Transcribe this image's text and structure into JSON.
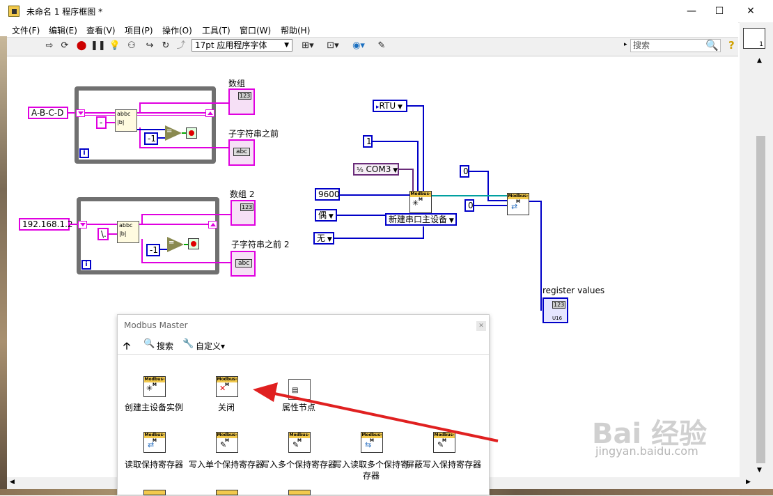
{
  "window": {
    "title": "未命名 1 程序框图 *",
    "min": "—",
    "max": "☐",
    "close": "✕"
  },
  "menu": [
    "文件(F)",
    "编辑(E)",
    "查看(V)",
    "项目(P)",
    "操作(O)",
    "工具(T)",
    "窗口(W)",
    "帮助(H)"
  ],
  "toolbar": {
    "font": "17pt 应用程序字体",
    "search_placeholder": "搜索",
    "right_icon_num": "1"
  },
  "diagram": {
    "loop1": {
      "input": "A-B-C-D",
      "delim": "-",
      "const": "-1",
      "iter": "i",
      "ind_array": "数组",
      "ind_substr": "子字符串之前",
      "ind_num": "123",
      "ind_abc": "abc"
    },
    "loop2": {
      "input": "192.168.1.2",
      "delim": "\\.",
      "const": "-1",
      "iter": "i",
      "ind_array": "数组 2",
      "ind_substr": "子字符串之前 2",
      "ind_num": "123",
      "ind_abc": "abc"
    },
    "serial": {
      "mode": "RTU",
      "slave": "1",
      "port": "COM3",
      "baud": "9600",
      "parity": "偶",
      "flow": "无",
      "create": "新建串口主设备",
      "c0a": "0",
      "c0b": "0",
      "reg_label": "register values",
      "reg_num": "123",
      "reg_type": "U16"
    }
  },
  "palette": {
    "title": "Modbus Master",
    "search": "搜索",
    "customize": "自定义▾",
    "node_header": "Modbus-M",
    "items": [
      "创建主设备实例",
      "关闭",
      "属性节点",
      "读取保持寄存器",
      "写入单个保持寄存器",
      "写入多个保持寄存器",
      "写入读取多个保持寄存器",
      "屏蔽写入保持寄存器"
    ]
  },
  "watermark": {
    "brand": "Bai  经验",
    "url": "jingyan.baidu.com"
  }
}
